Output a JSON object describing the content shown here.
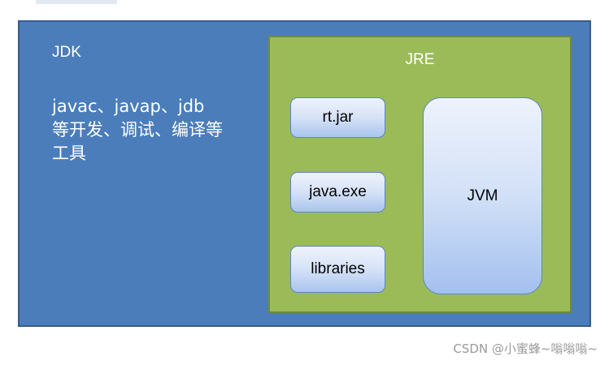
{
  "diagram": {
    "jdk": {
      "title": "JDK",
      "tools": "javac、javap、jdb",
      "description": "等开发、调试、编译等工具"
    },
    "jre": {
      "title": "JRE",
      "components": [
        "rt.jar",
        "java.exe",
        "libraries"
      ],
      "vm": "JVM"
    }
  },
  "watermark": "CSDN @小蜜蜂~嗡嗡嗡~",
  "colors": {
    "jdk_fill": "#4b7dbb",
    "jre_fill": "#9bbb59",
    "component_fill": "#d5e2f7"
  }
}
